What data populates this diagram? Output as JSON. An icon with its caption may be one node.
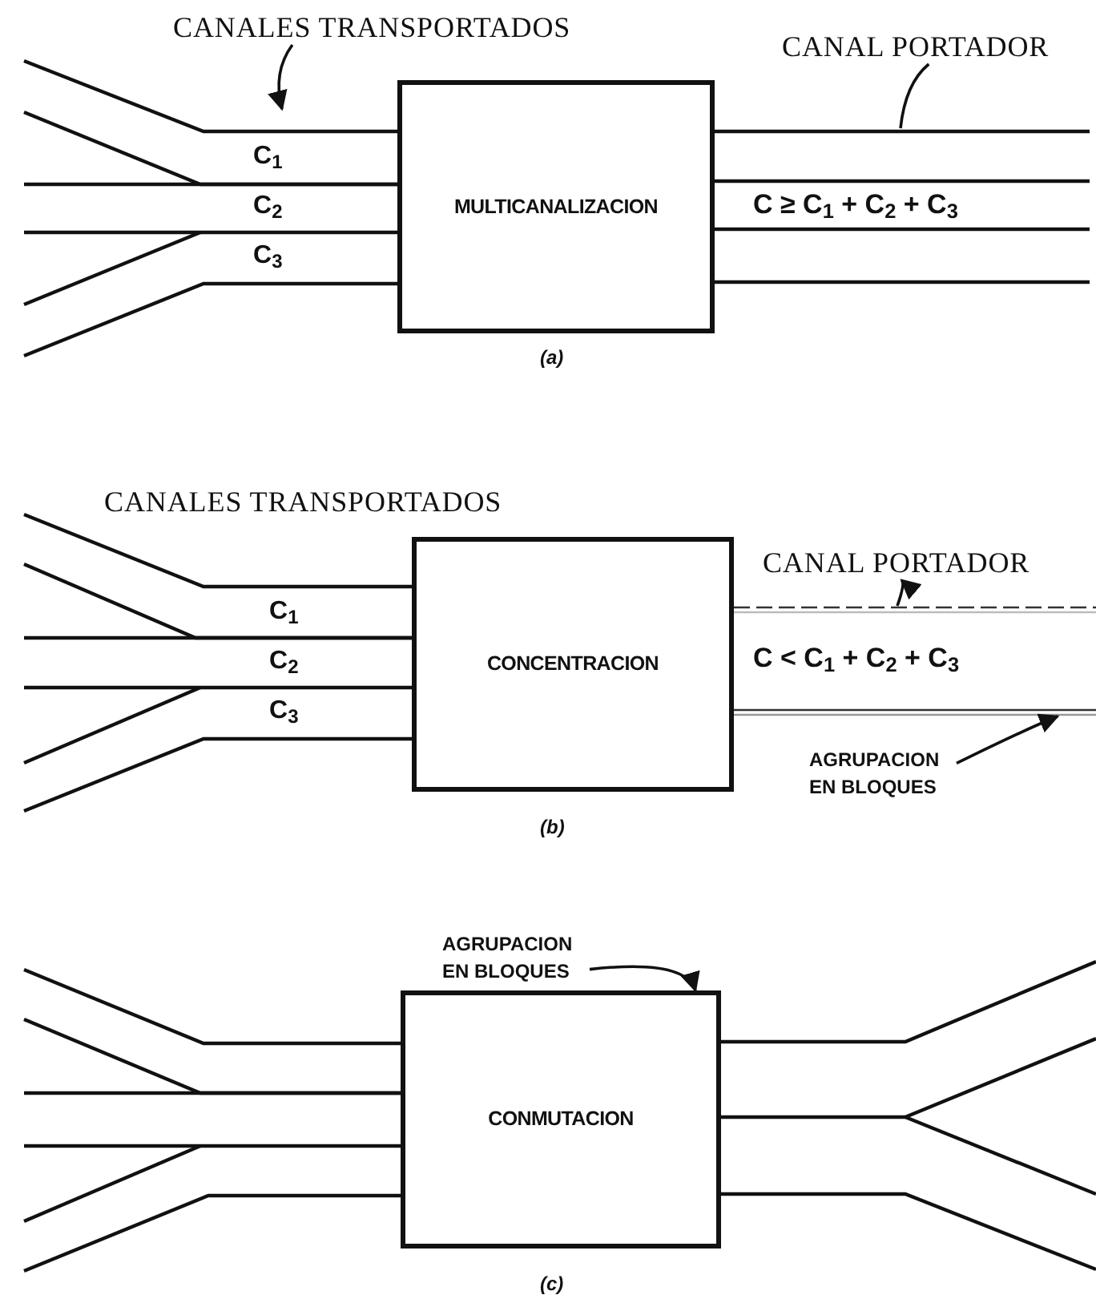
{
  "diagram": {
    "nodes": [
      {
        "text": [
          "MULTICANALIZACION"
        ]
      },
      {
        "text": [
          "CANALES TRANSPORTADOS"
        ]
      },
      {
        "text": [
          "CANAL PORTADOR"
        ]
      },
      {
        "text": [
          "CONCENTRACION"
        ]
      },
      {
        "text": [
          "CANALES TRANSPORTADOS"
        ]
      },
      {
        "text": [
          "CANAL PORTADOR"
        ]
      },
      {
        "text": [
          "AGRUPACION EN BLOQUES"
        ]
      },
      {
        "text": [
          "CONMUTACION"
        ]
      },
      {
        "text": [
          "AGRUPACION EN BLOQUES"
        ]
      }
    ],
    "edges": [
      {
        "from": 1,
        "to": null,
        "arrow": "to"
      },
      {
        "from": 2,
        "to": null,
        "arrow": "none"
      },
      {
        "from": null,
        "to": 5,
        "arrow": "to"
      },
      {
        "from": 6,
        "to": null,
        "arrow": "to"
      },
      {
        "from": 8,
        "to": 7,
        "arrow": "to"
      }
    ],
    "labels": [
      "C$_{1}$",
      "C$_{2}$",
      "C$_{3}$",
      "C ≥ C$_{1}$ + C$_{2}$ + C$_{3}$",
      "(a)",
      "C$_{1}$",
      "C$_{2}$",
      "C$_{3}$",
      "C <  C$_{1}$ + C$_{2}$ + C$_{3}$",
      "(b)",
      "(c)"
    ]
  }
}
